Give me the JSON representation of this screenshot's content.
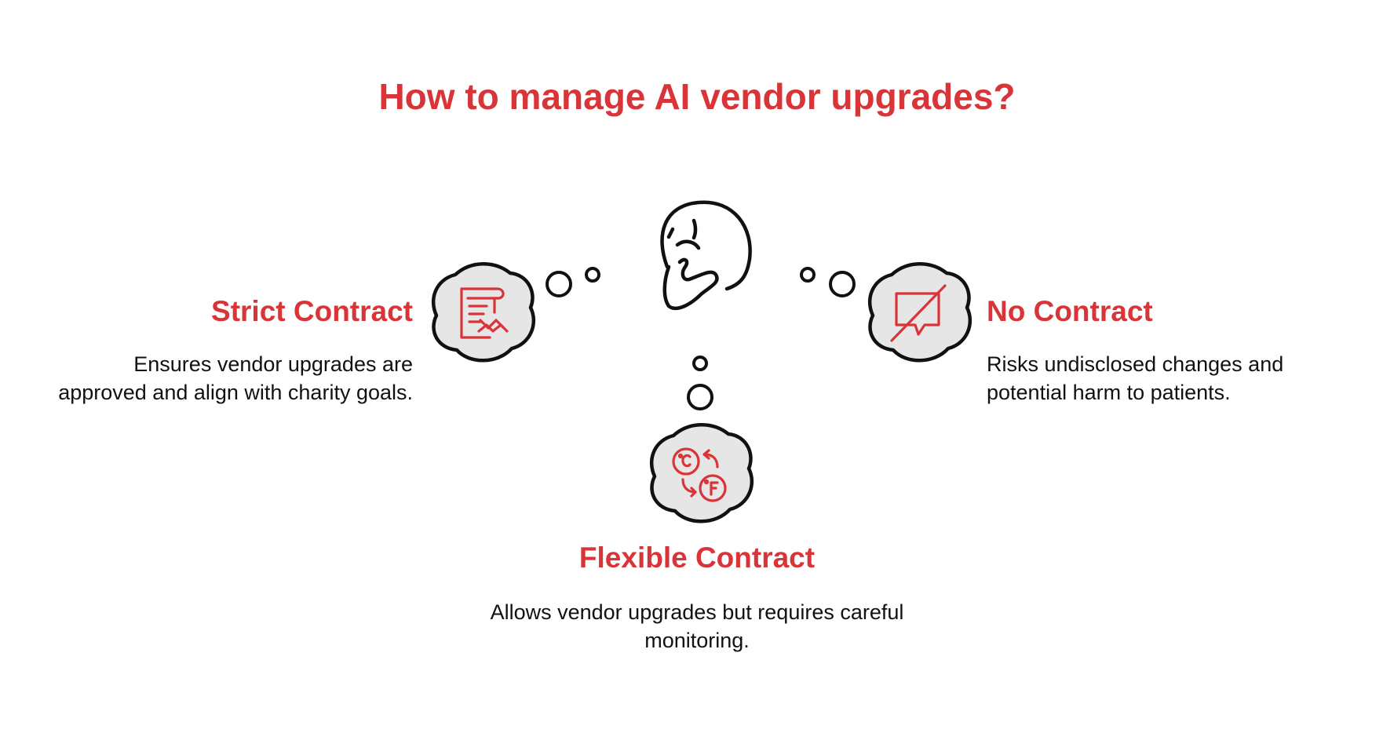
{
  "title": "How to manage AI vendor upgrades?",
  "options": {
    "strict": {
      "title": "Strict Contract",
      "description": "Ensures vendor upgrades are approved and align with charity goals.",
      "icon": "contract-handshake-icon"
    },
    "flexible": {
      "title": "Flexible Contract",
      "description": "Allows vendor upgrades but requires careful monitoring.",
      "icon": "temperature-exchange-icon"
    },
    "none": {
      "title": "No Contract",
      "description": "Risks undisclosed changes and potential harm to patients.",
      "icon": "no-message-icon"
    }
  },
  "center_figure": "thinking-face-icon",
  "colors": {
    "accent": "#d93438",
    "cloud_fill": "#e6e6e6",
    "stroke": "#111111",
    "text": "#111111"
  }
}
